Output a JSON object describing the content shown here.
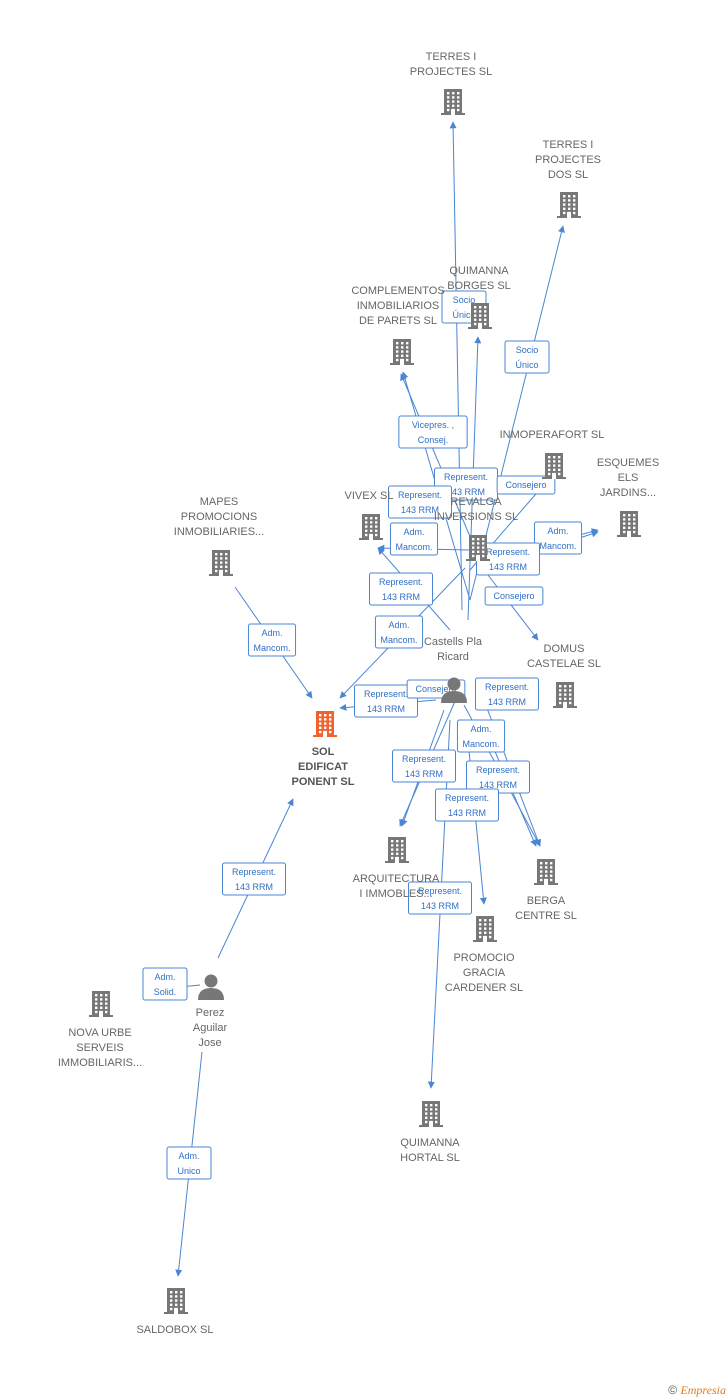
{
  "colors": {
    "company": "#777777",
    "main_company": "#f0622e",
    "person": "#777777",
    "edge": "#4a86d4"
  },
  "nodes": [
    {
      "id": "terres1",
      "type": "company",
      "lines": [
        "TERRES I",
        "PROJECTES SL"
      ]
    },
    {
      "id": "terres2",
      "type": "company",
      "lines": [
        "TERRES I",
        "PROJECTES",
        "DOS SL"
      ]
    },
    {
      "id": "quimanna_borges",
      "type": "company",
      "lines": [
        "QUIMANNA",
        "BORGES SL"
      ]
    },
    {
      "id": "complementos",
      "type": "company",
      "lines": [
        "COMPLEMENTOS",
        "INMOBILIARIOS",
        "DE PARETS SL"
      ]
    },
    {
      "id": "inmoperafort",
      "type": "company",
      "lines": [
        "INMOPERAFORT SL"
      ]
    },
    {
      "id": "esquemes",
      "type": "company",
      "lines": [
        "ESQUEMES",
        "ELS",
        "JARDINS..."
      ]
    },
    {
      "id": "vivex",
      "type": "company",
      "lines": [
        "VIVEX SL"
      ]
    },
    {
      "id": "revalga",
      "type": "company",
      "lines": [
        "REVALGA",
        "INVERSIONS SL"
      ]
    },
    {
      "id": "mapes",
      "type": "company",
      "lines": [
        "MAPES",
        "PROMOCIONS",
        "INMOBILIARIES..."
      ]
    },
    {
      "id": "domus",
      "type": "company",
      "lines": [
        "DOMUS",
        "CASTELAE SL"
      ]
    },
    {
      "id": "castells",
      "type": "person",
      "lines": [
        "Castells Pla",
        "Ricard"
      ]
    },
    {
      "id": "sol",
      "type": "main",
      "lines": [
        "SOL",
        "EDIFICAT",
        "PONENT SL"
      ]
    },
    {
      "id": "arquitectura",
      "type": "company",
      "lines": [
        "ARQUITECTURA",
        "I IMMOBLES..."
      ]
    },
    {
      "id": "berga",
      "type": "company",
      "lines": [
        "BERGA",
        "CENTRE SL"
      ]
    },
    {
      "id": "promocio",
      "type": "company",
      "lines": [
        "PROMOCIO",
        "GRACIA",
        "CARDENER SL"
      ]
    },
    {
      "id": "perez",
      "type": "person",
      "lines": [
        "Perez",
        "Aguilar",
        "Jose"
      ]
    },
    {
      "id": "nova_urbe",
      "type": "company",
      "lines": [
        "NOVA URBE",
        "SERVEIS",
        "IMMOBILIARIS..."
      ]
    },
    {
      "id": "quimanna_hortal",
      "type": "company",
      "lines": [
        "QUIMANNA",
        "HORTAL SL"
      ]
    },
    {
      "id": "saldobox",
      "type": "company",
      "lines": [
        "SALDOBOX SL"
      ]
    }
  ],
  "edges": [
    {
      "from": "castells",
      "to": "terres1",
      "label": [
        "Socio",
        "Único"
      ]
    },
    {
      "from": "castells",
      "to": "terres2",
      "label": [
        "Socio",
        "Único"
      ]
    },
    {
      "from": "castells",
      "to": "quimanna_borges",
      "label": [
        "Represent.",
        "143 RRM"
      ]
    },
    {
      "from": "castells",
      "to": "complementos",
      "label": [
        "Vicepres. ,",
        "Consej."
      ]
    },
    {
      "from": "revalga",
      "to": "complementos",
      "label": [
        "Represent.",
        "143 RRM"
      ]
    },
    {
      "from": "castells",
      "to": "inmoperafort",
      "label": [
        "Consejero"
      ]
    },
    {
      "from": "revalga",
      "to": "esquemes",
      "label": [
        "Adm.",
        "Mancom."
      ]
    },
    {
      "from": "revalga",
      "to": "vivex",
      "label": [
        "Adm.",
        "Mancom."
      ]
    },
    {
      "from": "castells",
      "to": "vivex",
      "label": [
        "Represent.",
        "143 RRM"
      ]
    },
    {
      "from": "castells",
      "to": "esquemes",
      "label": [
        "Represent.",
        "143 RRM"
      ]
    },
    {
      "from": "revalga",
      "to": "domus",
      "label": [
        "Consejero"
      ]
    },
    {
      "from": "mapes",
      "to": "sol",
      "label": [
        "Adm.",
        "Mancom."
      ]
    },
    {
      "from": "revalga",
      "to": "sol",
      "label": [
        "Adm.",
        "Mancom."
      ]
    },
    {
      "from": "castells",
      "to": "sol",
      "label": [
        "Represent.",
        "143 RRM"
      ]
    },
    {
      "from": "castells",
      "to": "arquitectura",
      "label": [
        "Consejero"
      ]
    },
    {
      "from": "revalga",
      "to": "berga",
      "label": [
        "Represent.",
        "143 RRM"
      ]
    },
    {
      "from": "castells",
      "to": "berga",
      "label": [
        "Adm.",
        "Mancom."
      ]
    },
    {
      "from": "revalga",
      "to": "arquitectura",
      "label": [
        "Represent.",
        "143 RRM"
      ]
    },
    {
      "from": "revalga",
      "to": "berga",
      "label": [
        "Represent.",
        "143 RRM"
      ]
    },
    {
      "from": "castells",
      "to": "promocio",
      "label": [
        "Represent.",
        "143 RRM"
      ]
    },
    {
      "from": "castells",
      "to": "quimanna_hortal",
      "label": [
        "Represent.",
        "143 RRM"
      ]
    },
    {
      "from": "perez",
      "to": "sol",
      "label": [
        "Represent.",
        "143 RRM"
      ]
    },
    {
      "from": "perez",
      "to": "nova_urbe",
      "label": [
        "Adm.",
        "Solid."
      ]
    },
    {
      "from": "perez",
      "to": "saldobox",
      "label": [
        "Adm.",
        "Unico"
      ]
    }
  ],
  "footer": {
    "copyright": "©",
    "brand": "Empresia"
  }
}
